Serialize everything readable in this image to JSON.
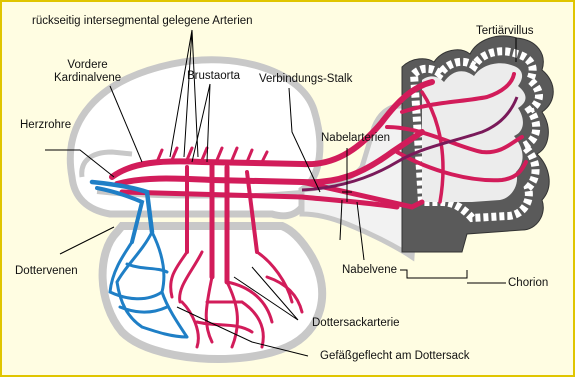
{
  "colors": {
    "background": "#fffde2",
    "border": "#e0c500",
    "artery": "#d21c5a",
    "vein": "#1f7fc6",
    "tissue": "#c8c8c8",
    "chorion_dark": "#555555",
    "line": "#000000"
  },
  "labels": {
    "intersegmental": "rückseitig intersegmental gelegene Arterien",
    "kardinalvene": "Vordere\nKardinalvene",
    "brustaorta": "Brustaorta",
    "verbindungsstalk": "Verbindungs-Stalk",
    "tertiaervillus": "Tertiärvillus",
    "herzrohre": "Herzrohre",
    "nabelarterien": "Nabelarterien",
    "dottervenen": "Dottervenen",
    "nabelvene": "Nabelvene",
    "chorion": "Chorion",
    "dottersackarterie": "Dottersackarterie",
    "gefaessgeflecht": "Gefäßgeflecht am Dottersack"
  }
}
